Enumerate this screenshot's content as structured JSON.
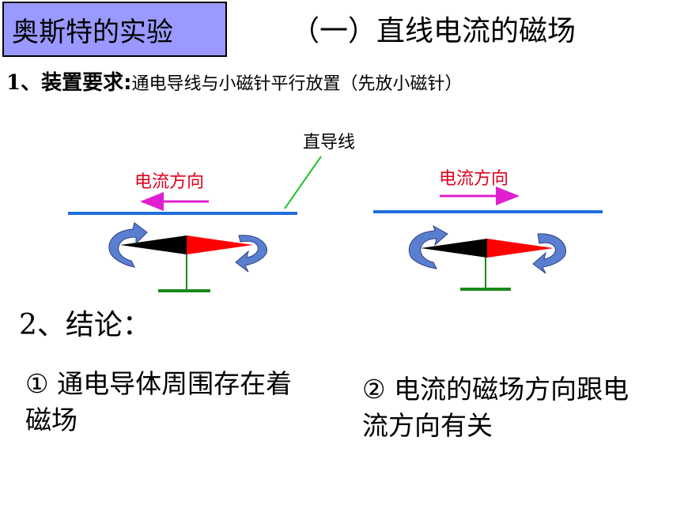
{
  "header": {
    "badge_title": "奥斯特的实验",
    "section_title": "（一）直线电流的磁场"
  },
  "requirement": {
    "number": "1、",
    "lead": "装置要求:",
    "text": "通电导线与小磁针平行放置（先放小磁针）"
  },
  "diagram": {
    "wire_label": "直导线",
    "left_current_label": "电流方向",
    "right_current_label": "电流方向",
    "left_current_direction": "left",
    "right_current_direction": "right",
    "colors": {
      "wire": "#1f6fdc",
      "current_arrow": "#e020d0",
      "current_label": "#e0001b",
      "needle_red": "#ff0000",
      "needle_black": "#000000",
      "stand": "#1a8a1a",
      "rotation_arrow": "#5b7fd0"
    }
  },
  "conclusions": {
    "heading": "2、结论：",
    "items": [
      "① 通电导体周围存在着磁场",
      "② 电流的磁场方向跟电流方向有关"
    ]
  }
}
